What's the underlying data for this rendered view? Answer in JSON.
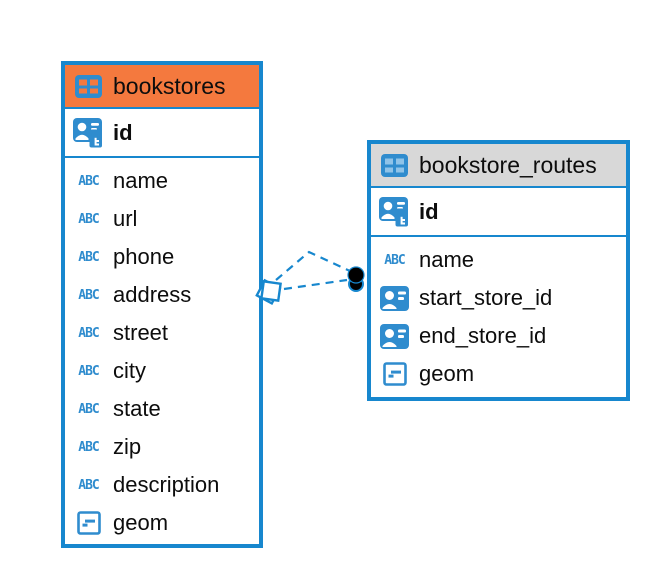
{
  "colors": {
    "accent_blue": "#1787CE",
    "icon_blue": "#2F8CCE",
    "bookstores_header": "#F4793E",
    "routes_header": "#D8D8D8",
    "routes_icon_cell": "#8FC3E8",
    "relation_line": "#1787CE",
    "relation_dot": "#000000",
    "text": "#0D0D0D",
    "canvas_bg": "#FFFFFF"
  },
  "icons": {
    "text_type_label": "ABC"
  },
  "tables": [
    {
      "title": "bookstores",
      "header_style": "selected-orange",
      "columns": [
        {
          "name": "id",
          "type": "primary-key"
        },
        {
          "name": "name",
          "type": "text"
        },
        {
          "name": "url",
          "type": "text"
        },
        {
          "name": "phone",
          "type": "text"
        },
        {
          "name": "address",
          "type": "text"
        },
        {
          "name": "street",
          "type": "text"
        },
        {
          "name": "city",
          "type": "text"
        },
        {
          "name": "state",
          "type": "text"
        },
        {
          "name": "zip",
          "type": "text"
        },
        {
          "name": "description",
          "type": "text"
        },
        {
          "name": "geom",
          "type": "object"
        }
      ]
    },
    {
      "title": "bookstore_routes",
      "header_style": "gray",
      "columns": [
        {
          "name": "id",
          "type": "primary-key"
        },
        {
          "name": "name",
          "type": "text"
        },
        {
          "name": "start_store_id",
          "type": "reference"
        },
        {
          "name": "end_store_id",
          "type": "reference"
        },
        {
          "name": "geom",
          "type": "object"
        }
      ]
    }
  ],
  "relations": [
    {
      "from_table": "bookstores",
      "to_table": "bookstore_routes",
      "style": "dashed"
    },
    {
      "from_table": "bookstores",
      "to_table": "bookstore_routes",
      "style": "dashed"
    }
  ]
}
